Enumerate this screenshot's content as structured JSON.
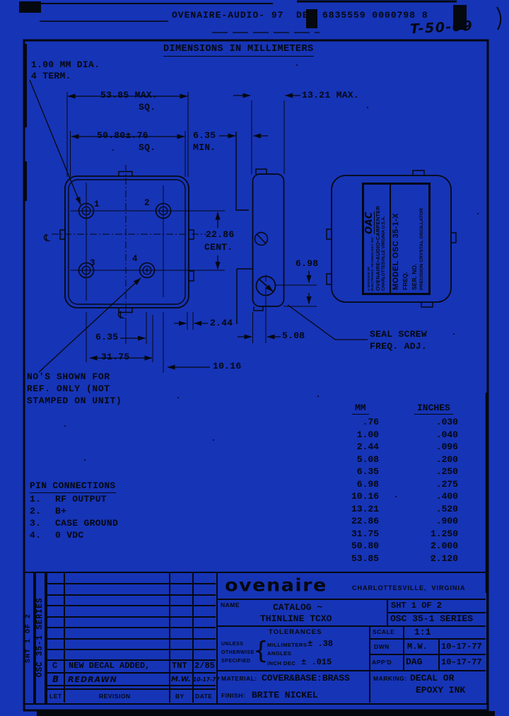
{
  "colors": {
    "paper": "#1634b6",
    "ink": "#05080f"
  },
  "header": {
    "film_id": "OVENAIRE-AUDIO- 97  DE",
    "film_number": "6835559 0000798 8",
    "handwritten": "T-50-09"
  },
  "sheet_title": "DIMENSIONS IN MILLIMETERS",
  "front_view": {
    "pin_note1": "1.00 MM DIA.",
    "pin_note2": "4 TERM.",
    "t1": "1",
    "t2": "2",
    "t3": "3",
    "t4": "4",
    "centerline_symbol": "℄"
  },
  "dims": {
    "d1": "53.85 MAX.",
    "d1b": "SQ.",
    "d2": "50.80±.76",
    "d2b": "SQ.",
    "d3": "6.35",
    "d3b": "MIN.",
    "d4": "13.21 MAX.",
    "d5": "22.86",
    "d5b": "CENT.",
    "d6": "2.44",
    "d7": "6.35",
    "d8": "31.75",
    "d9": "10.16",
    "d10": "6.98",
    "d11": "5.08"
  },
  "seal_note": {
    "l1": "SEAL SCREW",
    "l2": "FREQ. ADJ."
  },
  "ref_note": {
    "l1": "NO'S SHOWN FOR",
    "l2": "REF. ONLY (NOT",
    "l3": "STAMPED ON UNIT)"
  },
  "label_plate": {
    "logo": "OAC",
    "div1": "A DIVISION OF",
    "div2": "ELECTRONIC TECHNOLOGY INC",
    "company": "OVENAIRE•AUDIO•CARPENTER",
    "address": "CHARLOTTESVILLE  VIRGINIA  U.S.A.",
    "model": "MODEL OSC 35-1-X",
    "freq": "FREQ.",
    "ser": "SER. NO.",
    "kind": "PRECISION CRYSTAL OSCILLATOR"
  },
  "conversion": {
    "mm_header": "MM",
    "inches_header": "INCHES",
    "rows": [
      {
        "mm": ".76",
        "in": ".030"
      },
      {
        "mm": "1.00",
        "in": ".040"
      },
      {
        "mm": "2.44",
        "in": ".096"
      },
      {
        "mm": "5.08",
        "in": ".200"
      },
      {
        "mm": "6.35",
        "in": ".250"
      },
      {
        "mm": "6.98",
        "in": ".275"
      },
      {
        "mm": "10.16",
        "in": ".400"
      },
      {
        "mm": "13.21",
        "in": ".520"
      },
      {
        "mm": "22.86",
        "in": ".900"
      },
      {
        "mm": "31.75",
        "in": "1.250"
      },
      {
        "mm": "50.80",
        "in": "2.000"
      },
      {
        "mm": "53.85",
        "in": "2.120"
      }
    ]
  },
  "pins": {
    "heading": "PIN CONNECTIONS",
    "items": [
      {
        "n": "1.",
        "v": "RF OUTPUT"
      },
      {
        "n": "2.",
        "v": "B+"
      },
      {
        "n": "3.",
        "v": "CASE GROUND"
      },
      {
        "n": "4.",
        "v": "0 VDC"
      }
    ]
  },
  "revisions": {
    "c": {
      "let": "C",
      "desc": "NEW DECAL ADDED,",
      "by": "TNT",
      "date": "2/85"
    },
    "b": {
      "let": "B",
      "desc": "REDRAWN",
      "by": "M.W.",
      "date": "10-17-77"
    },
    "head": {
      "let": "LET",
      "rev": "REVISION",
      "by": "BY",
      "date": "DATE"
    }
  },
  "strip": {
    "sht": "SHT 1 OF 2",
    "series": "OSC 35-1 SERIES"
  },
  "tb": {
    "logo": "ovenaire",
    "city": "CHARLOTTESVILLE,  VIRGINIA",
    "name_label": "NAME",
    "name1": "CATALOG ~",
    "name2": "THINLINE TCXO",
    "sht": "SHT 1 OF 2",
    "series": "OSC 35-1 SERIES",
    "tol": "TOLERANCES",
    "u1": "UNLESS",
    "u2": "OTHERWISE",
    "u3": "SPECIFIED",
    "brace": "{",
    "mm_label": "MILLIMETERS",
    "mm_val": "± .38",
    "ang": "ANGLES",
    "in_label": "INCH DEC",
    "in_val": "± .015",
    "scale_label": "SCALE",
    "scale_val": "1:1",
    "dwn": "DWN",
    "dwn_by": "M.W.",
    "dwn_date": "10-17-77",
    "appd": "APP'D",
    "appd_by": "DAG",
    "appd_date": "10-17-77",
    "mat_label": "MATERIAL:",
    "mat_val": "COVER&BASE:BRASS",
    "fin_label": "FINISH:",
    "fin_val": "BRITE NICKEL",
    "mark_label": "MARKING:",
    "mark1": "DECAL OR",
    "mark2": "EPOXY INK"
  }
}
